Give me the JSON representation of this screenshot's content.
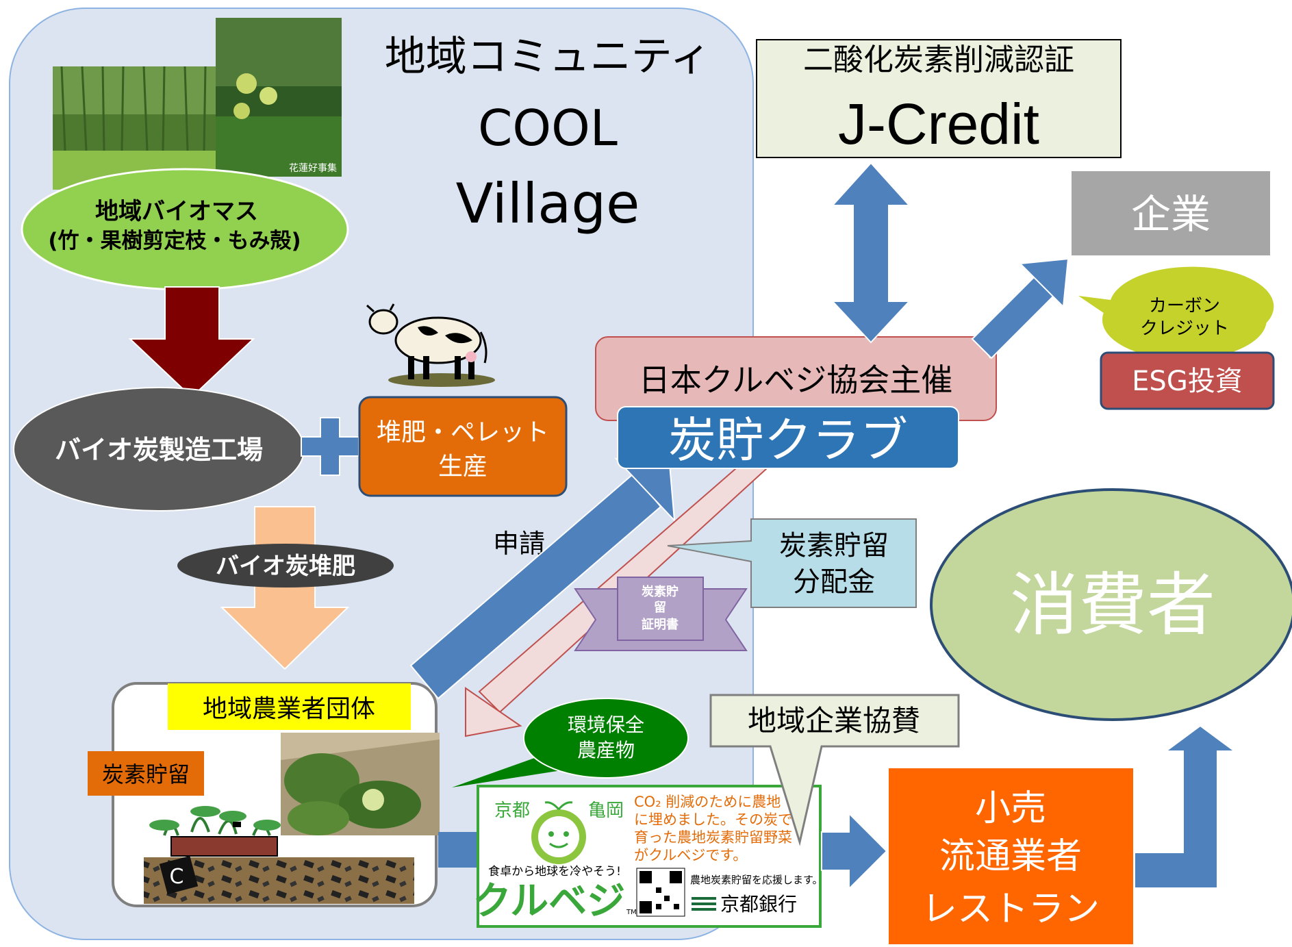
{
  "community": {
    "title_line1": "地域コミュニティ",
    "title_line2": "COOL",
    "title_line3": "Village"
  },
  "photo_caption": "花蓮好事集",
  "biomass": {
    "line1": "地域バイオマス",
    "line2": "(竹・果樹剪定枝・もみ殻)"
  },
  "factory": "バイオ炭製造工場",
  "compost": {
    "line1": "堆肥・ペレット",
    "line2": "生産"
  },
  "biochar_compost": "バイオ炭堆肥",
  "farmer_group": "地域農業者団体",
  "carbon_storage": "炭素貯留",
  "carbon_mark": "C",
  "apply": "申請",
  "club": {
    "host": "日本クルベジ協会主催",
    "name": "炭貯クラブ"
  },
  "certificate": {
    "line1": "炭素貯",
    "line2": "留",
    "line3": "証明書"
  },
  "distribution": {
    "line1": "炭素貯留",
    "line2": "分配金"
  },
  "env_produce": {
    "line1": "環境保全",
    "line2": "農産物"
  },
  "credit": {
    "subtitle": "二酸化炭素削減認証",
    "title": "J-Credit"
  },
  "company": "企業",
  "carbon_credit": {
    "line1": "カーボン",
    "line2": "クレジット"
  },
  "esg": "ESG投資",
  "consumer": "消費者",
  "local_sponsor": "地域企業協賛",
  "retail": {
    "line1": "小売",
    "line2": "流通業者",
    "line3": "レストラン"
  },
  "label": {
    "kyoto": "京都",
    "kameoka": "亀岡",
    "msg1": "CO₂ 削減のために農地",
    "msg2": "に埋めました。その炭で",
    "msg3": "育った農地炭素貯留野菜",
    "msg4": "がクルベジです。",
    "slogan": "食卓から地球を冷やそう!",
    "brand": "クルベジ",
    "tm": "TM",
    "support": "農地炭素貯留を応援します。",
    "bank": "京都銀行"
  },
  "colors": {
    "community_bg": "#dbe4f0",
    "brown_arrow": "#7f0000",
    "peach_arrow": "#fac090",
    "blue_arrow": "#4f81bd",
    "green_ellipse": "#92d050",
    "orange_box": "#e36c09",
    "club_blue": "#2e75b6",
    "pink_box": "#e6b9b8",
    "callout_blue": "#b7dee8",
    "olive_bubble": "#c4d22b",
    "esg_red": "#c0504d",
    "consumer_green": "#c3d69b",
    "retail_orange": "#ff6600",
    "credit_bg": "#ebf1de",
    "company_gray": "#a6a6a6",
    "label_green": "#3aa73a"
  }
}
